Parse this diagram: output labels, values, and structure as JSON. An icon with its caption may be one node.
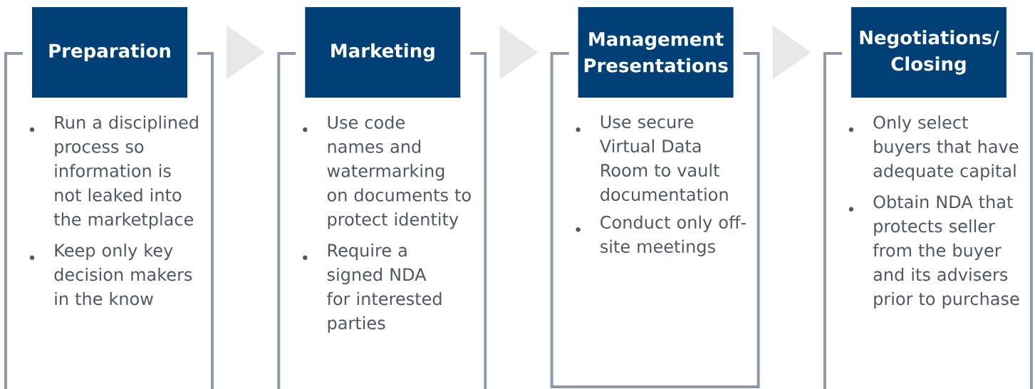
{
  "diagram": {
    "nodes": [
      {
        "text": [
          "Preparation"
        ]
      },
      {
        "text": [
          "Run a disciplined process so information is not leaked into the marketplace",
          "Keep only key decision makers in the know"
        ]
      },
      {
        "text": [
          "Marketing"
        ]
      },
      {
        "text": [
          "Use code names and watermarking on documents to protect identity",
          "Require a signed NDA for interested parties"
        ]
      },
      {
        "text": [
          "Management Presentations"
        ]
      },
      {
        "text": [
          "Use secure Virtual Data Room to vault documentation",
          "Conduct only off-site meetings"
        ]
      },
      {
        "text": [
          "Negotiations/ Closing"
        ]
      },
      {
        "text": [
          "Only select buyers that have adequate capital",
          "Obtain NDA that protects seller from the buyer and its advisers prior to purchase"
        ]
      }
    ],
    "edges": [
      {
        "from": 0,
        "to": 2,
        "arrow": "to"
      },
      {
        "from": 2,
        "to": 4,
        "arrow": "to"
      },
      {
        "from": 4,
        "to": 6,
        "arrow": "to"
      }
    ]
  }
}
